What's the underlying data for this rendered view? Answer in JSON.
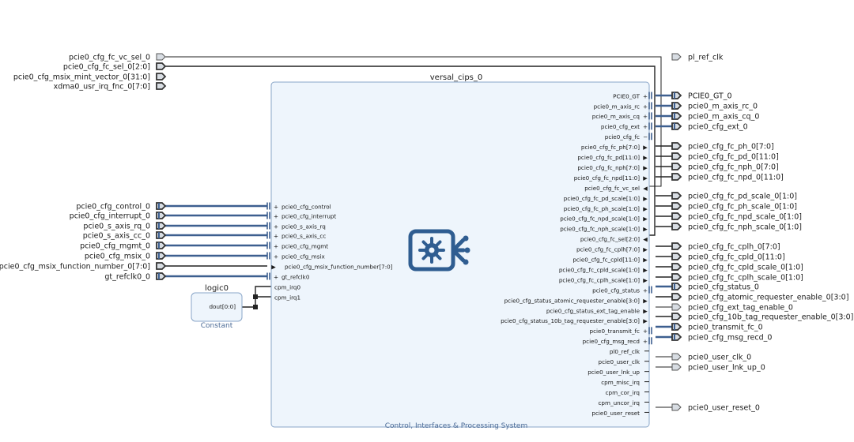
{
  "block": {
    "instance_name": "versal_cips_0",
    "subtitle": "Control, Interfaces & Processing System",
    "icon": "gear-chip-icon"
  },
  "constant_block": {
    "instance_name": "logic0",
    "pin": "dout[0:0]",
    "subtitle": "Constant"
  },
  "left_ports": [
    {
      "name": "pcie0_cfg_fc_vc_sel_0",
      "kind": "in_single"
    },
    {
      "name": "pcie0_cfg_fc_sel_0[2:0]",
      "kind": "in_bus"
    },
    {
      "name": "pcie0_cfg_msix_mint_vector_0[31:0]",
      "kind": "in_bus"
    },
    {
      "name": "xdma0_usr_irq_fnc_0[7:0]",
      "kind": "in_bus"
    },
    {
      "name": "pcie0_cfg_control_0",
      "kind": "intf"
    },
    {
      "name": "pcie0_cfg_interrupt_0",
      "kind": "intf"
    },
    {
      "name": "pcie0_s_axis_rq_0",
      "kind": "intf"
    },
    {
      "name": "pcie0_s_axis_cc_0",
      "kind": "intf"
    },
    {
      "name": "pcie0_cfg_mgmt_0",
      "kind": "intf"
    },
    {
      "name": "pcie0_cfg_msix_0",
      "kind": "intf"
    },
    {
      "name": "pcie0_cfg_msix_function_number_0[7:0]",
      "kind": "in_bus"
    },
    {
      "name": "gt_refclk0_0",
      "kind": "intf"
    }
  ],
  "block_left_pins": [
    {
      "name": "pcie0_cfg_control",
      "sym": "+"
    },
    {
      "name": "pcie0_cfg_interrupt",
      "sym": "+"
    },
    {
      "name": "pcie0_s_axis_rq",
      "sym": "+"
    },
    {
      "name": "pcie0_s_axis_cc",
      "sym": "+"
    },
    {
      "name": "pcie0_cfg_mgmt",
      "sym": "+"
    },
    {
      "name": "pcie0_cfg_msix",
      "sym": "+"
    },
    {
      "name": "pcie0_cfg_msix_function_number[7:0]",
      "sym": "▶"
    },
    {
      "name": "gt_refclk0",
      "sym": "+"
    },
    {
      "name": "cpm_irq0",
      "sym": ""
    },
    {
      "name": "cpm_irq1",
      "sym": ""
    }
  ],
  "block_right_pins": [
    {
      "name": "PCIE0_GT",
      "sym": "+"
    },
    {
      "name": "pcie0_m_axis_rc",
      "sym": "+"
    },
    {
      "name": "pcie0_m_axis_cq",
      "sym": "+"
    },
    {
      "name": "pcie0_cfg_ext",
      "sym": "+"
    },
    {
      "name": "pcie0_cfg_fc",
      "sym": "−"
    },
    {
      "name": "pcie0_cfg_fc_ph[7:0]",
      "sym": "▶"
    },
    {
      "name": "pcie0_cfg_fc_pd[11:0]",
      "sym": "▶"
    },
    {
      "name": "pcie0_cfg_fc_nph[7:0]",
      "sym": "▶"
    },
    {
      "name": "pcie0_cfg_fc_npd[11:0]",
      "sym": "▶"
    },
    {
      "name": "pcie0_cfg_fc_vc_sel",
      "sym": "◀"
    },
    {
      "name": "pcie0_cfg_fc_pd_scale[1:0]",
      "sym": "▶"
    },
    {
      "name": "pcie0_cfg_fc_ph_scale[1:0]",
      "sym": "▶"
    },
    {
      "name": "pcie0_cfg_fc_npd_scale[1:0]",
      "sym": "▶"
    },
    {
      "name": "pcie0_cfg_fc_nph_scale[1:0]",
      "sym": "▶"
    },
    {
      "name": "pcie0_cfg_fc_sel[2:0]",
      "sym": "◀"
    },
    {
      "name": "pcie0_cfg_fc_cplh[7:0]",
      "sym": "▶"
    },
    {
      "name": "pcie0_cfg_fc_cpld[11:0]",
      "sym": "▶"
    },
    {
      "name": "pcie0_cfg_fc_cpld_scale[1:0]",
      "sym": "▶"
    },
    {
      "name": "pcie0_cfg_fc_cplh_scale[1:0]",
      "sym": "▶"
    },
    {
      "name": "pcie0_cfg_status",
      "sym": "+"
    },
    {
      "name": "pcie0_cfg_status_atomic_requester_enable[3:0]",
      "sym": "▶"
    },
    {
      "name": "pcie0_cfg_status_ext_tag_enable",
      "sym": "▶"
    },
    {
      "name": "pcie0_cfg_status_10b_tag_requester_enable[3:0]",
      "sym": "▶"
    },
    {
      "name": "pcie0_transmit_fc",
      "sym": "+"
    },
    {
      "name": "pcie0_cfg_msg_recd",
      "sym": "+"
    },
    {
      "name": "pl0_ref_clk",
      "sym": ""
    },
    {
      "name": "pcie0_user_clk",
      "sym": ""
    },
    {
      "name": "pcie0_user_lnk_up",
      "sym": ""
    },
    {
      "name": "cpm_misc_irq",
      "sym": ""
    },
    {
      "name": "cpm_cor_irq",
      "sym": ""
    },
    {
      "name": "cpm_uncor_irq",
      "sym": ""
    },
    {
      "name": "pcie0_user_reset",
      "sym": ""
    }
  ],
  "right_ports": [
    {
      "name": "pl_ref_clk",
      "kind": "out_single"
    },
    {
      "name": "PCIE0_GT_0",
      "kind": "intf"
    },
    {
      "name": "pcie0_m_axis_rc_0",
      "kind": "intf"
    },
    {
      "name": "pcie0_m_axis_cq_0",
      "kind": "intf"
    },
    {
      "name": "pcie0_cfg_ext_0",
      "kind": "intf"
    },
    {
      "name": "pcie0_cfg_fc_ph_0[7:0]",
      "kind": "out_bus"
    },
    {
      "name": "pcie0_cfg_fc_pd_0[11:0]",
      "kind": "out_bus"
    },
    {
      "name": "pcie0_cfg_fc_nph_0[7:0]",
      "kind": "out_bus"
    },
    {
      "name": "pcie0_cfg_fc_npd_0[11:0]",
      "kind": "out_bus"
    },
    {
      "name": "pcie0_cfg_fc_pd_scale_0[1:0]",
      "kind": "out_bus"
    },
    {
      "name": "pcie0_cfg_fc_ph_scale_0[1:0]",
      "kind": "out_bus"
    },
    {
      "name": "pcie0_cfg_fc_npd_scale_0[1:0]",
      "kind": "out_bus"
    },
    {
      "name": "pcie0_cfg_fc_nph_scale_0[1:0]",
      "kind": "out_bus"
    },
    {
      "name": "pcie0_cfg_fc_cplh_0[7:0]",
      "kind": "out_bus"
    },
    {
      "name": "pcie0_cfg_fc_cpld_0[11:0]",
      "kind": "out_bus"
    },
    {
      "name": "pcie0_cfg_fc_cpld_scale_0[1:0]",
      "kind": "out_bus"
    },
    {
      "name": "pcie0_cfg_fc_cplh_scale_0[1:0]",
      "kind": "out_bus"
    },
    {
      "name": "pcie0_cfg_status_0",
      "kind": "intf"
    },
    {
      "name": "pcie0_cfg_atomic_requester_enable_0[3:0]",
      "kind": "out_bus"
    },
    {
      "name": "pcie0_cfg_ext_tag_enable_0",
      "kind": "out_single"
    },
    {
      "name": "pcie0_cfg_10b_tag_requester_enable_0[3:0]",
      "kind": "out_bus"
    },
    {
      "name": "pcie0_transmit_fc_0",
      "kind": "intf"
    },
    {
      "name": "pcie0_cfg_msg_recd_0",
      "kind": "intf"
    },
    {
      "name": "pcie0_user_clk_0",
      "kind": "out_single"
    },
    {
      "name": "pcie0_user_lnk_up_0",
      "kind": "out_single"
    },
    {
      "name": "pcie0_user_reset_0",
      "kind": "out_single"
    }
  ],
  "colors": {
    "wire_bus": "#3d5f8f",
    "wire_single": "#222222",
    "block_fill": "#eef5fc",
    "block_stroke": "#8aa6c8",
    "port_fill": "#d8dde3",
    "icon": "#2f5d91"
  }
}
